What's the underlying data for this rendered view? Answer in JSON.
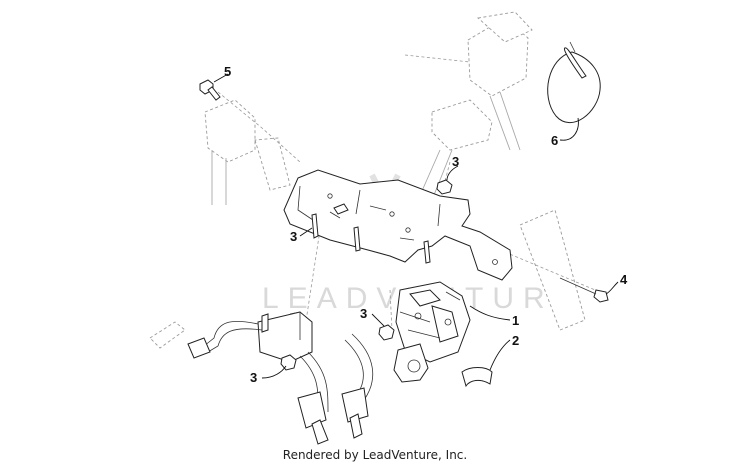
{
  "watermark": "LEADVENTURE",
  "caption": "Rendered by LeadVenture, Inc.",
  "callouts": [
    {
      "id": "callout-5",
      "label": "5"
    },
    {
      "id": "callout-6",
      "label": "6"
    },
    {
      "id": "callout-3-top",
      "label": "3"
    },
    {
      "id": "callout-3-left",
      "label": "3"
    },
    {
      "id": "callout-3-mid",
      "label": "3"
    },
    {
      "id": "callout-3-bottom",
      "label": "3"
    },
    {
      "id": "callout-4",
      "label": "4"
    },
    {
      "id": "callout-1",
      "label": "1"
    },
    {
      "id": "callout-2",
      "label": "2"
    }
  ]
}
